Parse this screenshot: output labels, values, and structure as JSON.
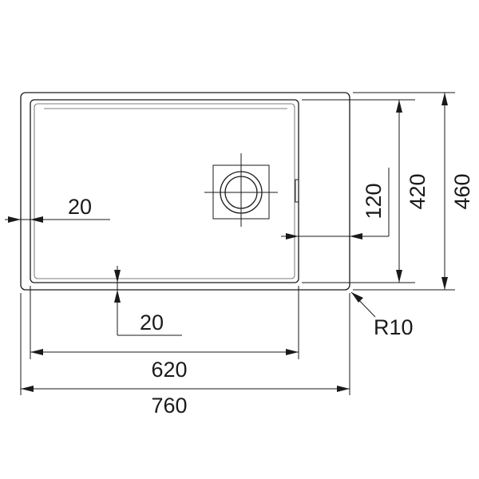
{
  "dimensions": {
    "total_width": "760",
    "bowl_width": "620",
    "total_height": "460",
    "bowl_height": "420",
    "drain_offset": "120",
    "left_margin": "20",
    "bottom_margin": "20",
    "corner_radius": "R10"
  }
}
